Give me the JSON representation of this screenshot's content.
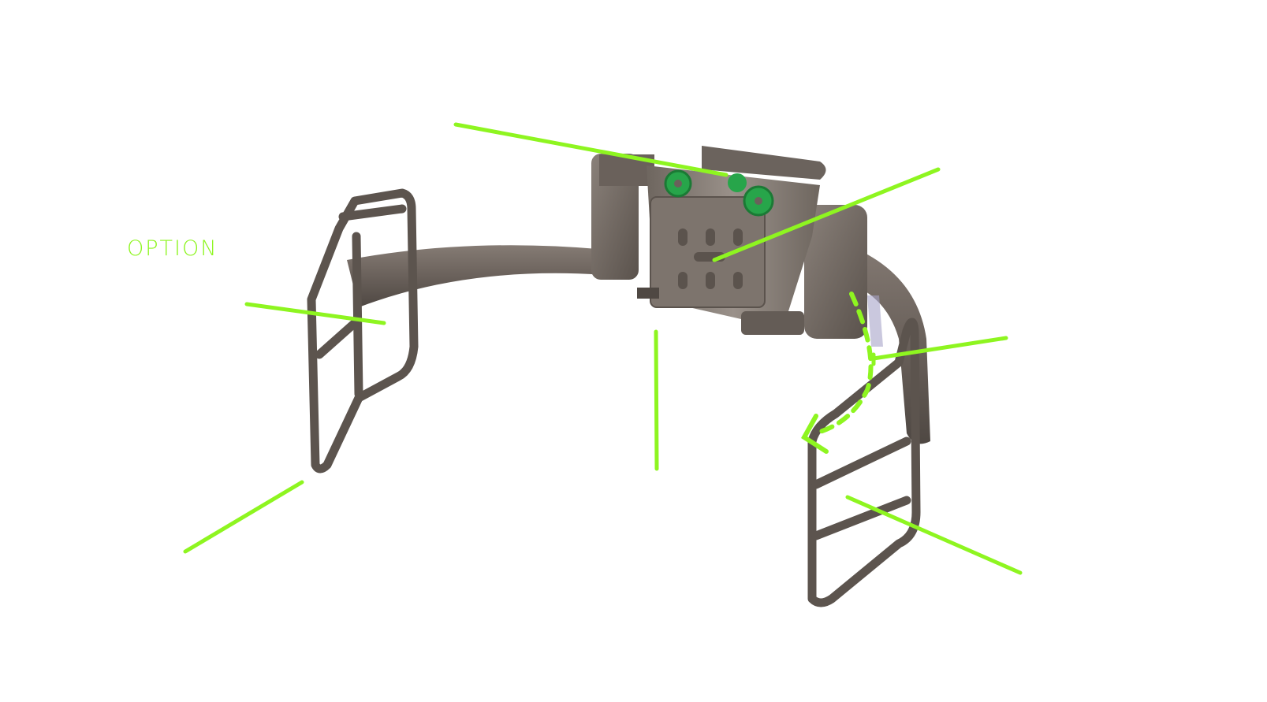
{
  "labels": {
    "option": "OPTION"
  },
  "colors": {
    "background": "#ffffff",
    "accent_green": "#8ef520",
    "metal_dark": "#5e5650",
    "metal_mid": "#7a716a",
    "metal_light": "#9a918a",
    "knob_green": "#27a54a"
  },
  "icons": {
    "device": "belt-clamp-device",
    "callout": "callout-line"
  }
}
